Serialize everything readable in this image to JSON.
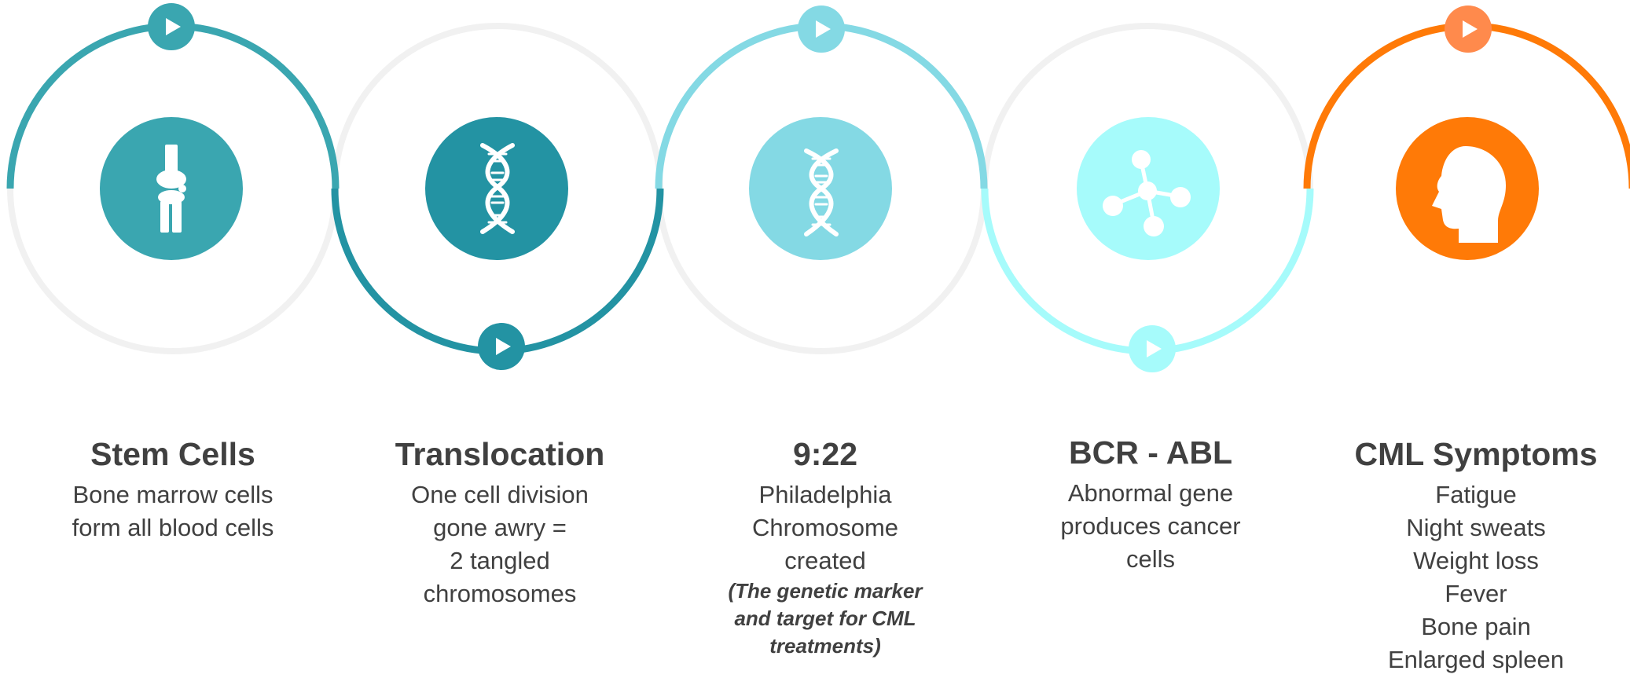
{
  "colors": {
    "track": "#f1f1f1",
    "teal": "#3aa6b0",
    "dark_teal": "#2393a3",
    "light_teal": "#84d9e4",
    "cyan": "#a6fbfb",
    "orange": "#ff7a07",
    "orange_soft": "#ff8a4c",
    "text": "#404040"
  },
  "steps": [
    {
      "title": "Stem Cells",
      "description": [
        "Bone marrow cells",
        "form all blood cells"
      ],
      "icon": "knee-joint-icon"
    },
    {
      "title": "Translocation",
      "description": [
        "One cell division",
        "gone awry =",
        "2 tangled",
        "chromosomes"
      ],
      "icon": "dna-icon"
    },
    {
      "title": "9:22",
      "description": [
        "Philadelphia",
        "Chromosome",
        "created"
      ],
      "note": "(The genetic marker and target for CML treatments)",
      "icon": "dna-icon"
    },
    {
      "title": "BCR - ABL",
      "description": [
        "Abnormal gene",
        "produces cancer",
        "cells"
      ],
      "icon": "molecule-icon"
    },
    {
      "title": "CML Symptoms",
      "description": [
        "Fatigue",
        "Night sweats",
        "Weight loss",
        "Fever",
        "Bone pain",
        "Enlarged spleen"
      ],
      "icon": "head-silhouette-icon"
    }
  ]
}
